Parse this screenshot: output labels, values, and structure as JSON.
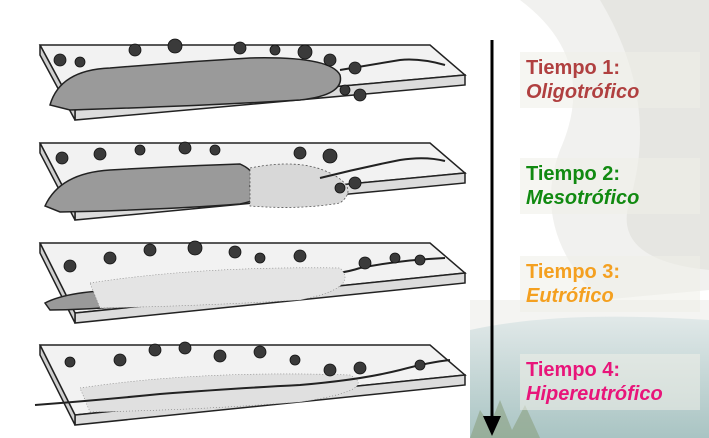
{
  "stages": [
    {
      "title": "Tiempo 1:",
      "name": "Oligotrófico",
      "color": "#b04040"
    },
    {
      "title": "Tiempo 2:",
      "name": "Mesotrófico",
      "color": "#118a11"
    },
    {
      "title": "Tiempo 3:",
      "name": "Eutrófico",
      "color": "#f4a020"
    },
    {
      "title": "Tiempo 4:",
      "name": "Hipereutrófico",
      "color": "#e8157a"
    }
  ],
  "arrow": {
    "color": "#000000",
    "direction": "down"
  },
  "lake_colors": {
    "water": "#9a9a9a",
    "land": "#f2f2f2",
    "outline": "#222222",
    "vegetation": "#3a3a3a"
  }
}
